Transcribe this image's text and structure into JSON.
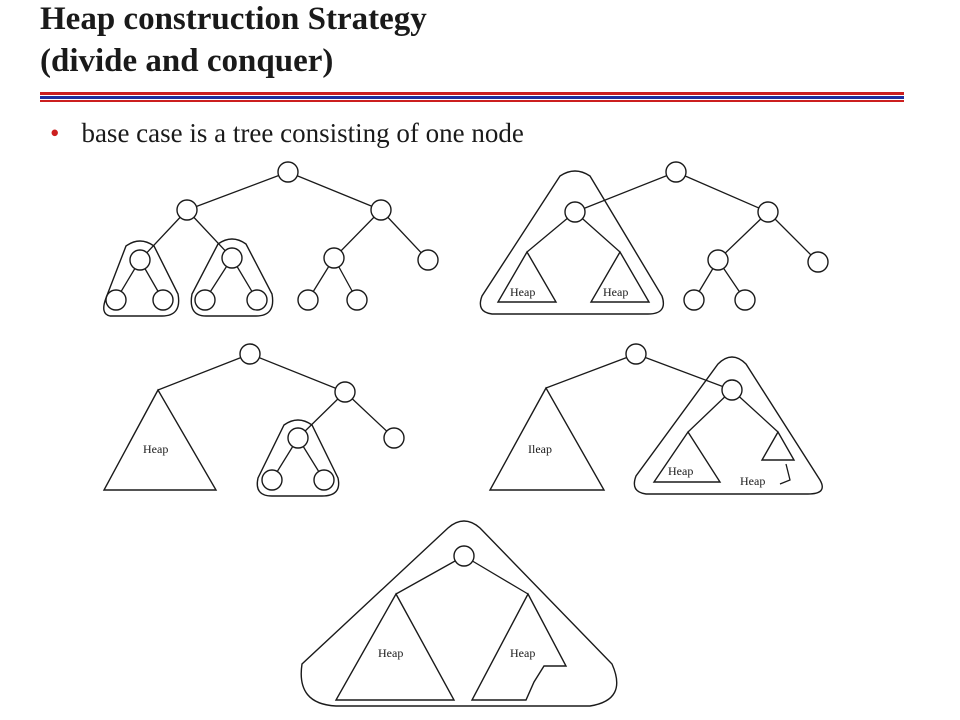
{
  "slide": {
    "title_line1": "Heap construction Strategy",
    "title_line2": "(divide and conquer)",
    "bullet": "base case is a tree consisting of one node",
    "heap_label": "Heap",
    "heap_label_alt": "Ileap"
  },
  "colors": {
    "rule_red": "#cc1f1f",
    "rule_blue": "#1f2f9f",
    "bullet": "#cc1f1f"
  }
}
